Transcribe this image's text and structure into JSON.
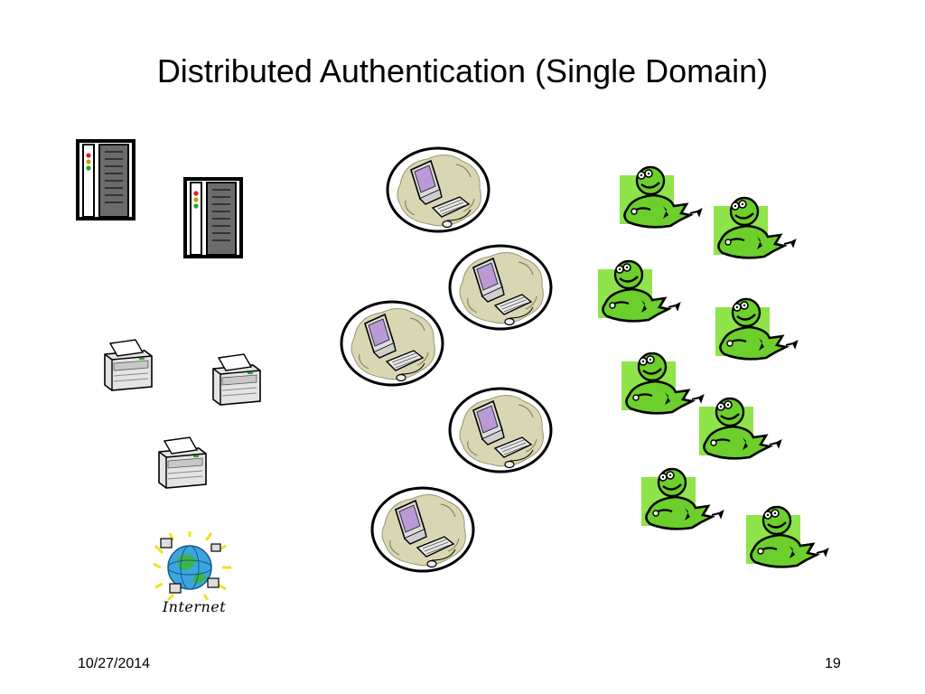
{
  "slide": {
    "title": "Distributed Authentication (Single Domain)",
    "date": "10/27/2014",
    "page_number": "19"
  },
  "internet": {
    "label": "Internet"
  },
  "icons": {
    "server": "server-icon",
    "printer": "printer-icon",
    "workstation": "workstation-icon",
    "user": "user-icon",
    "internet": "globe-icon"
  }
}
